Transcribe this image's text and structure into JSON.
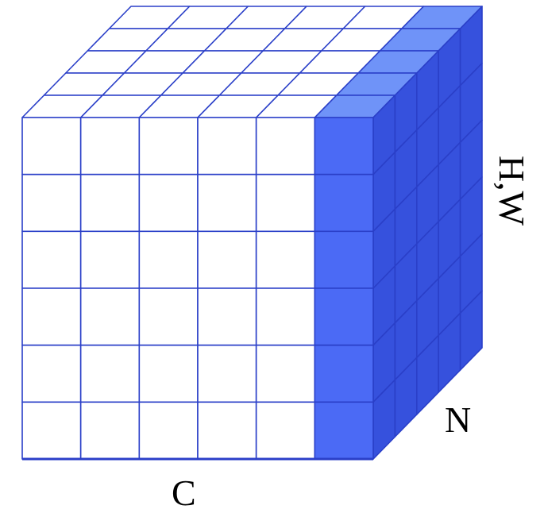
{
  "diagram": {
    "grid": {
      "columns": 6,
      "rows": 6,
      "depth": 5,
      "highlighted_column": "last"
    },
    "colors": {
      "front_fill": "#ffffff",
      "line": "#2a3fc8",
      "highlight_front": "#4b6af5",
      "highlight_top": "#6f93f8",
      "highlight_side": "#3651dd"
    }
  },
  "labels": {
    "c": "C",
    "n": "N",
    "hw": "H,W"
  }
}
